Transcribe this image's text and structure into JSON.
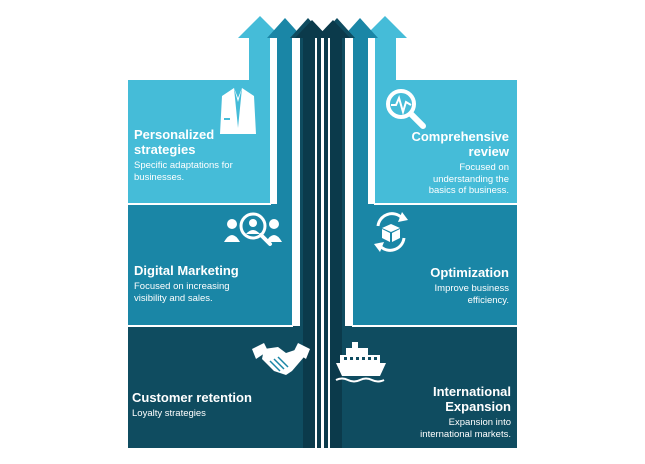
{
  "colors": {
    "light": "#45bcd8",
    "mid": "#1a86a6",
    "dark": "#0f4c60",
    "deep": "#0b3a4b"
  },
  "cards": {
    "personalized": {
      "title": "Personalized strategies",
      "desc": "Specific adaptations for businesses.",
      "icon": "blazer-icon"
    },
    "comprehensive": {
      "title": "Comprehensive review",
      "desc": "Focused on understanding the basics of business.",
      "icon": "magnifier-pulse-icon"
    },
    "digital": {
      "title": "Digital Marketing",
      "desc": "Focused on increasing visibility and sales.",
      "icon": "people-search-icon"
    },
    "optimization": {
      "title": "Optimization",
      "desc": "Improve business efficiency.",
      "icon": "cycle-box-icon"
    },
    "retention": {
      "title": "Customer retention",
      "desc": "Loyalty strategies",
      "icon": "handshake-icon"
    },
    "expansion": {
      "title": "International Expansion",
      "desc": "Expansion into international markets.",
      "icon": "ship-icon"
    }
  }
}
